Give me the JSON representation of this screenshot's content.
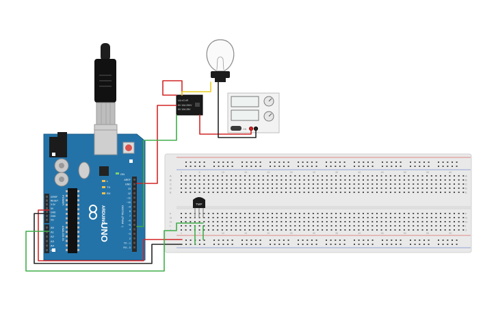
{
  "arduino": {
    "brand": "ARDUINO",
    "model": "UNO",
    "power_header": "POWER",
    "analog_header": "ANALOG IN",
    "digital_header": "DIGITAL (PWM ~)",
    "left_pins": [
      "IOREF",
      "RESET",
      "3.3V",
      "5V",
      "GND",
      "GND",
      "Vin"
    ],
    "analog_pins": [
      "A0",
      "A1",
      "A2",
      "A3",
      "A4",
      "A5"
    ],
    "right_pins": [
      "AREF",
      "GND",
      "13",
      "12",
      "~11",
      "~10",
      "~9",
      "8",
      "7",
      "~6",
      "~5",
      "4",
      "~3",
      "2",
      "TX→1",
      "RX←0"
    ],
    "led_labels": [
      "L",
      "TX",
      "RX"
    ],
    "on_label": "ON"
  },
  "relay": {
    "line1": "UL≈C≈R",
    "line2": "5V 10A 250V",
    "line3": "5V 10A 28V"
  },
  "sensor": {
    "label": "TMP"
  },
  "breadboard": {
    "row_letters_top": [
      "A",
      "B",
      "C",
      "D",
      "E"
    ],
    "row_letters_bottom": [
      "F",
      "G",
      "H",
      "I",
      "J"
    ],
    "column_numbers": [
      "1",
      "5",
      "10",
      "15",
      "20",
      "25",
      "30",
      "35",
      "40",
      "45",
      "50",
      "55",
      "60"
    ]
  },
  "power_supply": {
    "switch_label": "ON"
  },
  "colors": {
    "board": "#2473a8",
    "breadboard": "#e9e9e9",
    "wire_red": "#d32424",
    "wire_green": "#3fae49",
    "wire_black": "#222222",
    "wire_yellow": "#e9cf1f"
  }
}
